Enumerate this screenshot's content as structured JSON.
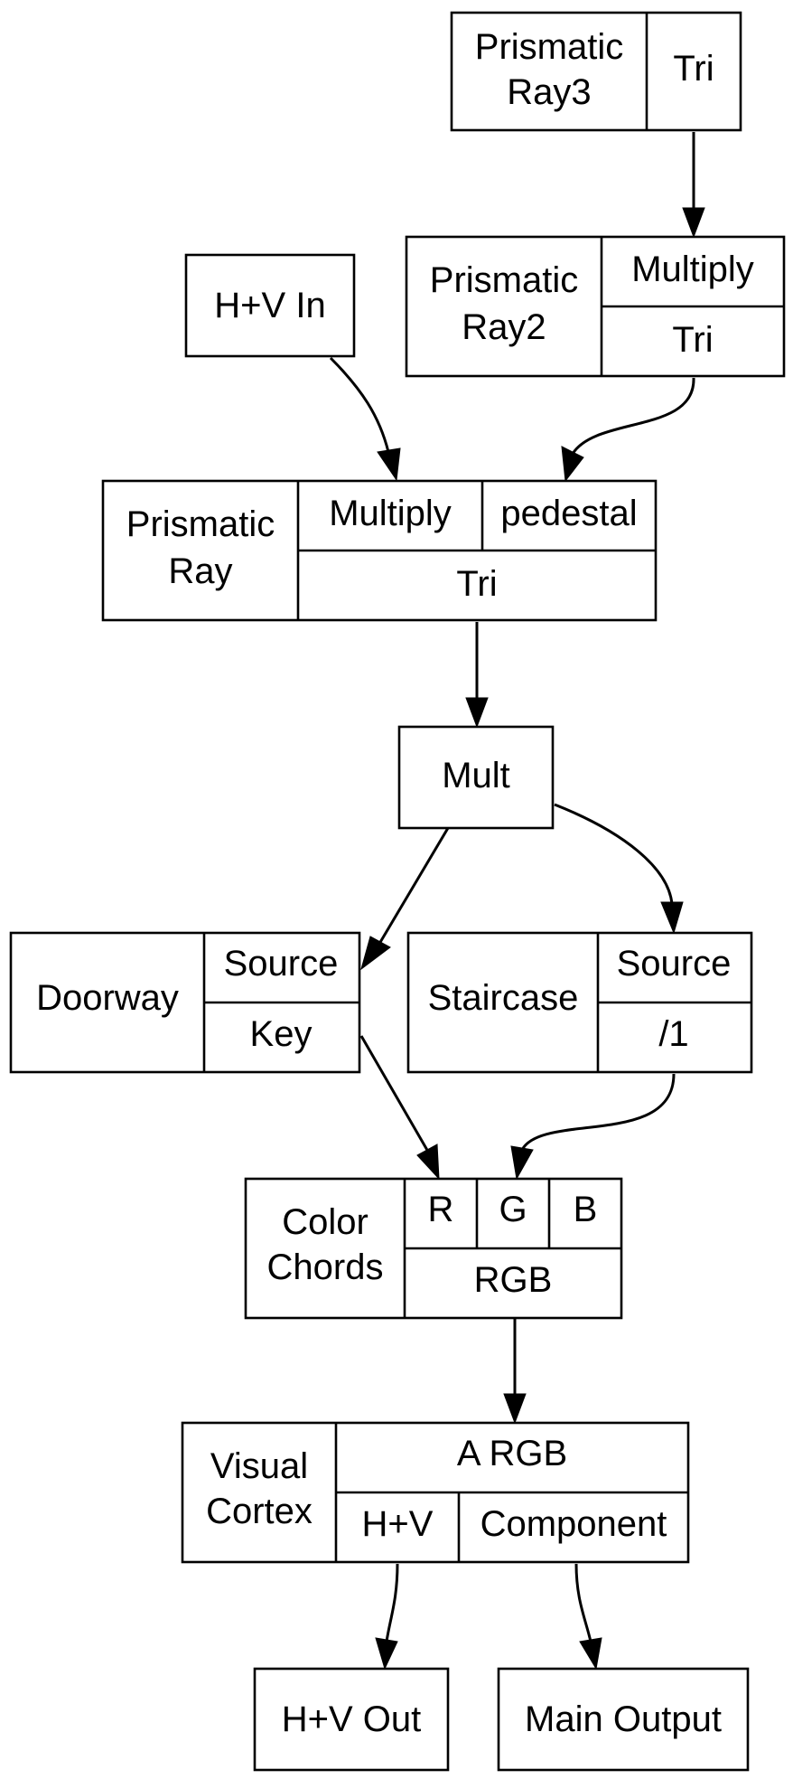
{
  "nodes": {
    "prismatic_ray3": {
      "title_lines": [
        "Prismatic",
        "Ray3"
      ],
      "ports": {
        "tri": "Tri"
      }
    },
    "prismatic_ray2": {
      "title_lines": [
        "Prismatic",
        "Ray2"
      ],
      "ports": {
        "multiply": "Multiply",
        "tri": "Tri"
      }
    },
    "hv_in": {
      "label": "H+V In"
    },
    "prismatic_ray": {
      "title_lines": [
        "Prismatic",
        "Ray"
      ],
      "ports": {
        "multiply": "Multiply",
        "pedestal": "pedestal",
        "tri": "Tri"
      }
    },
    "mult": {
      "label": "Mult"
    },
    "doorway": {
      "label": "Doorway",
      "ports": {
        "source": "Source",
        "key": "Key"
      }
    },
    "staircase": {
      "label": "Staircase",
      "ports": {
        "source": "Source",
        "div1": "/1"
      }
    },
    "color_chords": {
      "title_lines": [
        "Color",
        "Chords"
      ],
      "ports": {
        "r": "R",
        "g": "G",
        "b": "B",
        "rgb": "RGB"
      }
    },
    "visual_cortex": {
      "title_lines": [
        "Visual",
        "Cortex"
      ],
      "ports": {
        "argb": "A RGB",
        "hv": "H+V",
        "component": "Component"
      }
    },
    "hv_out": {
      "label": "H+V Out"
    },
    "main_output": {
      "label": "Main Output"
    }
  },
  "colors": {
    "stroke": "#000000",
    "fill": "#ffffff",
    "text": "#000000"
  }
}
